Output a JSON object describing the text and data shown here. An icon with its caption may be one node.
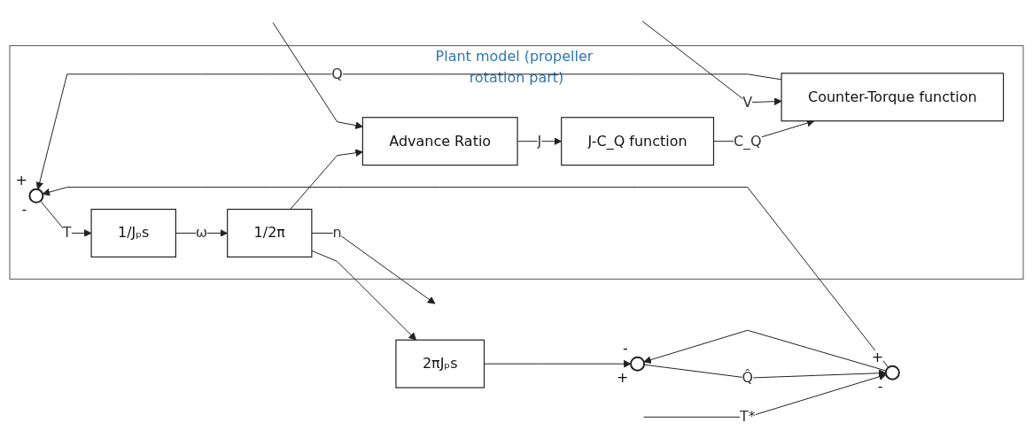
{
  "diagram": {
    "nodes": [
      {
        "text": [
          "Plant model (propeller rotation part)"
        ]
      },
      {
        "text": [],
        "shape": "circle",
        "beside": [
          "+",
          "-"
        ]
      },
      {
        "text": [],
        "shape": "circle",
        "beside": [
          "+",
          "-"
        ],
        "in": 0
      },
      {
        "text": [
          "1/Jₚs"
        ],
        "in": 0
      },
      {
        "text": [
          "1/2π"
        ],
        "in": 0
      },
      {
        "text": [
          "Counter-Torque function"
        ],
        "in": 0
      },
      {
        "text": [
          "J-C_Q function"
        ],
        "in": 0
      },
      {
        "text": [
          "Advance Ratio"
        ],
        "in": 0
      },
      {
        "text": [
          "2πJₚs"
        ]
      },
      {
        "text": [],
        "shape": "circle",
        "beside": [
          "-",
          "+"
        ]
      }
    ],
    "edges": [
      {
        "from": null,
        "to": 1,
        "arrow": "to",
        "label": "T*"
      },
      {
        "from": 1,
        "to": 2,
        "arrow": "to"
      },
      {
        "from": 1,
        "to": 9,
        "arrow": "to"
      },
      {
        "from": 2,
        "to": 3,
        "arrow": "to",
        "label": "T"
      },
      {
        "from": 3,
        "to": 4,
        "arrow": "to",
        "label": "ω"
      },
      {
        "from": 4,
        "to": null,
        "arrow": "to",
        "label": "n"
      },
      {
        "from": 4,
        "to": 7,
        "arrow": "to"
      },
      {
        "from": 4,
        "to": 8,
        "arrow": "to"
      },
      {
        "from": 7,
        "to": 6,
        "arrow": "to",
        "label": "J"
      },
      {
        "from": 6,
        "to": 5,
        "arrow": "to",
        "label": "C_Q"
      },
      {
        "from": 5,
        "to": 2,
        "arrow": "to",
        "label": "Q"
      },
      {
        "from": null,
        "to": 5,
        "arrow": "to",
        "label": "V"
      },
      {
        "from": null,
        "to": 7,
        "arrow": "to"
      },
      {
        "from": 8,
        "to": 9,
        "arrow": "to"
      },
      {
        "from": 9,
        "to": 1,
        "arrow": "to",
        "label": "Q̂"
      }
    ]
  }
}
